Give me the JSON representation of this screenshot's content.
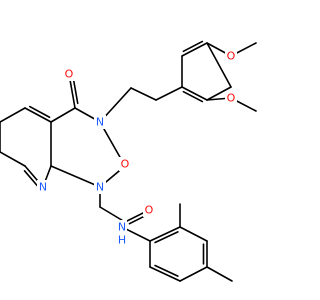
{
  "colors": {
    "bond": "#000000",
    "oxygen": "#ff0d0d",
    "nitrogen": "#1e5cff"
  },
  "labels": {
    "o_methoxy_top": "O",
    "o_methoxy_bottom": "O",
    "n_ring_imide": "N",
    "o_carbonyl_top": "O",
    "o_carbonyl_right": "O",
    "n_pyridine": "N",
    "n_ring_amide": "N",
    "o_amide": "O",
    "n_amide": "N",
    "h_amide": "H"
  }
}
